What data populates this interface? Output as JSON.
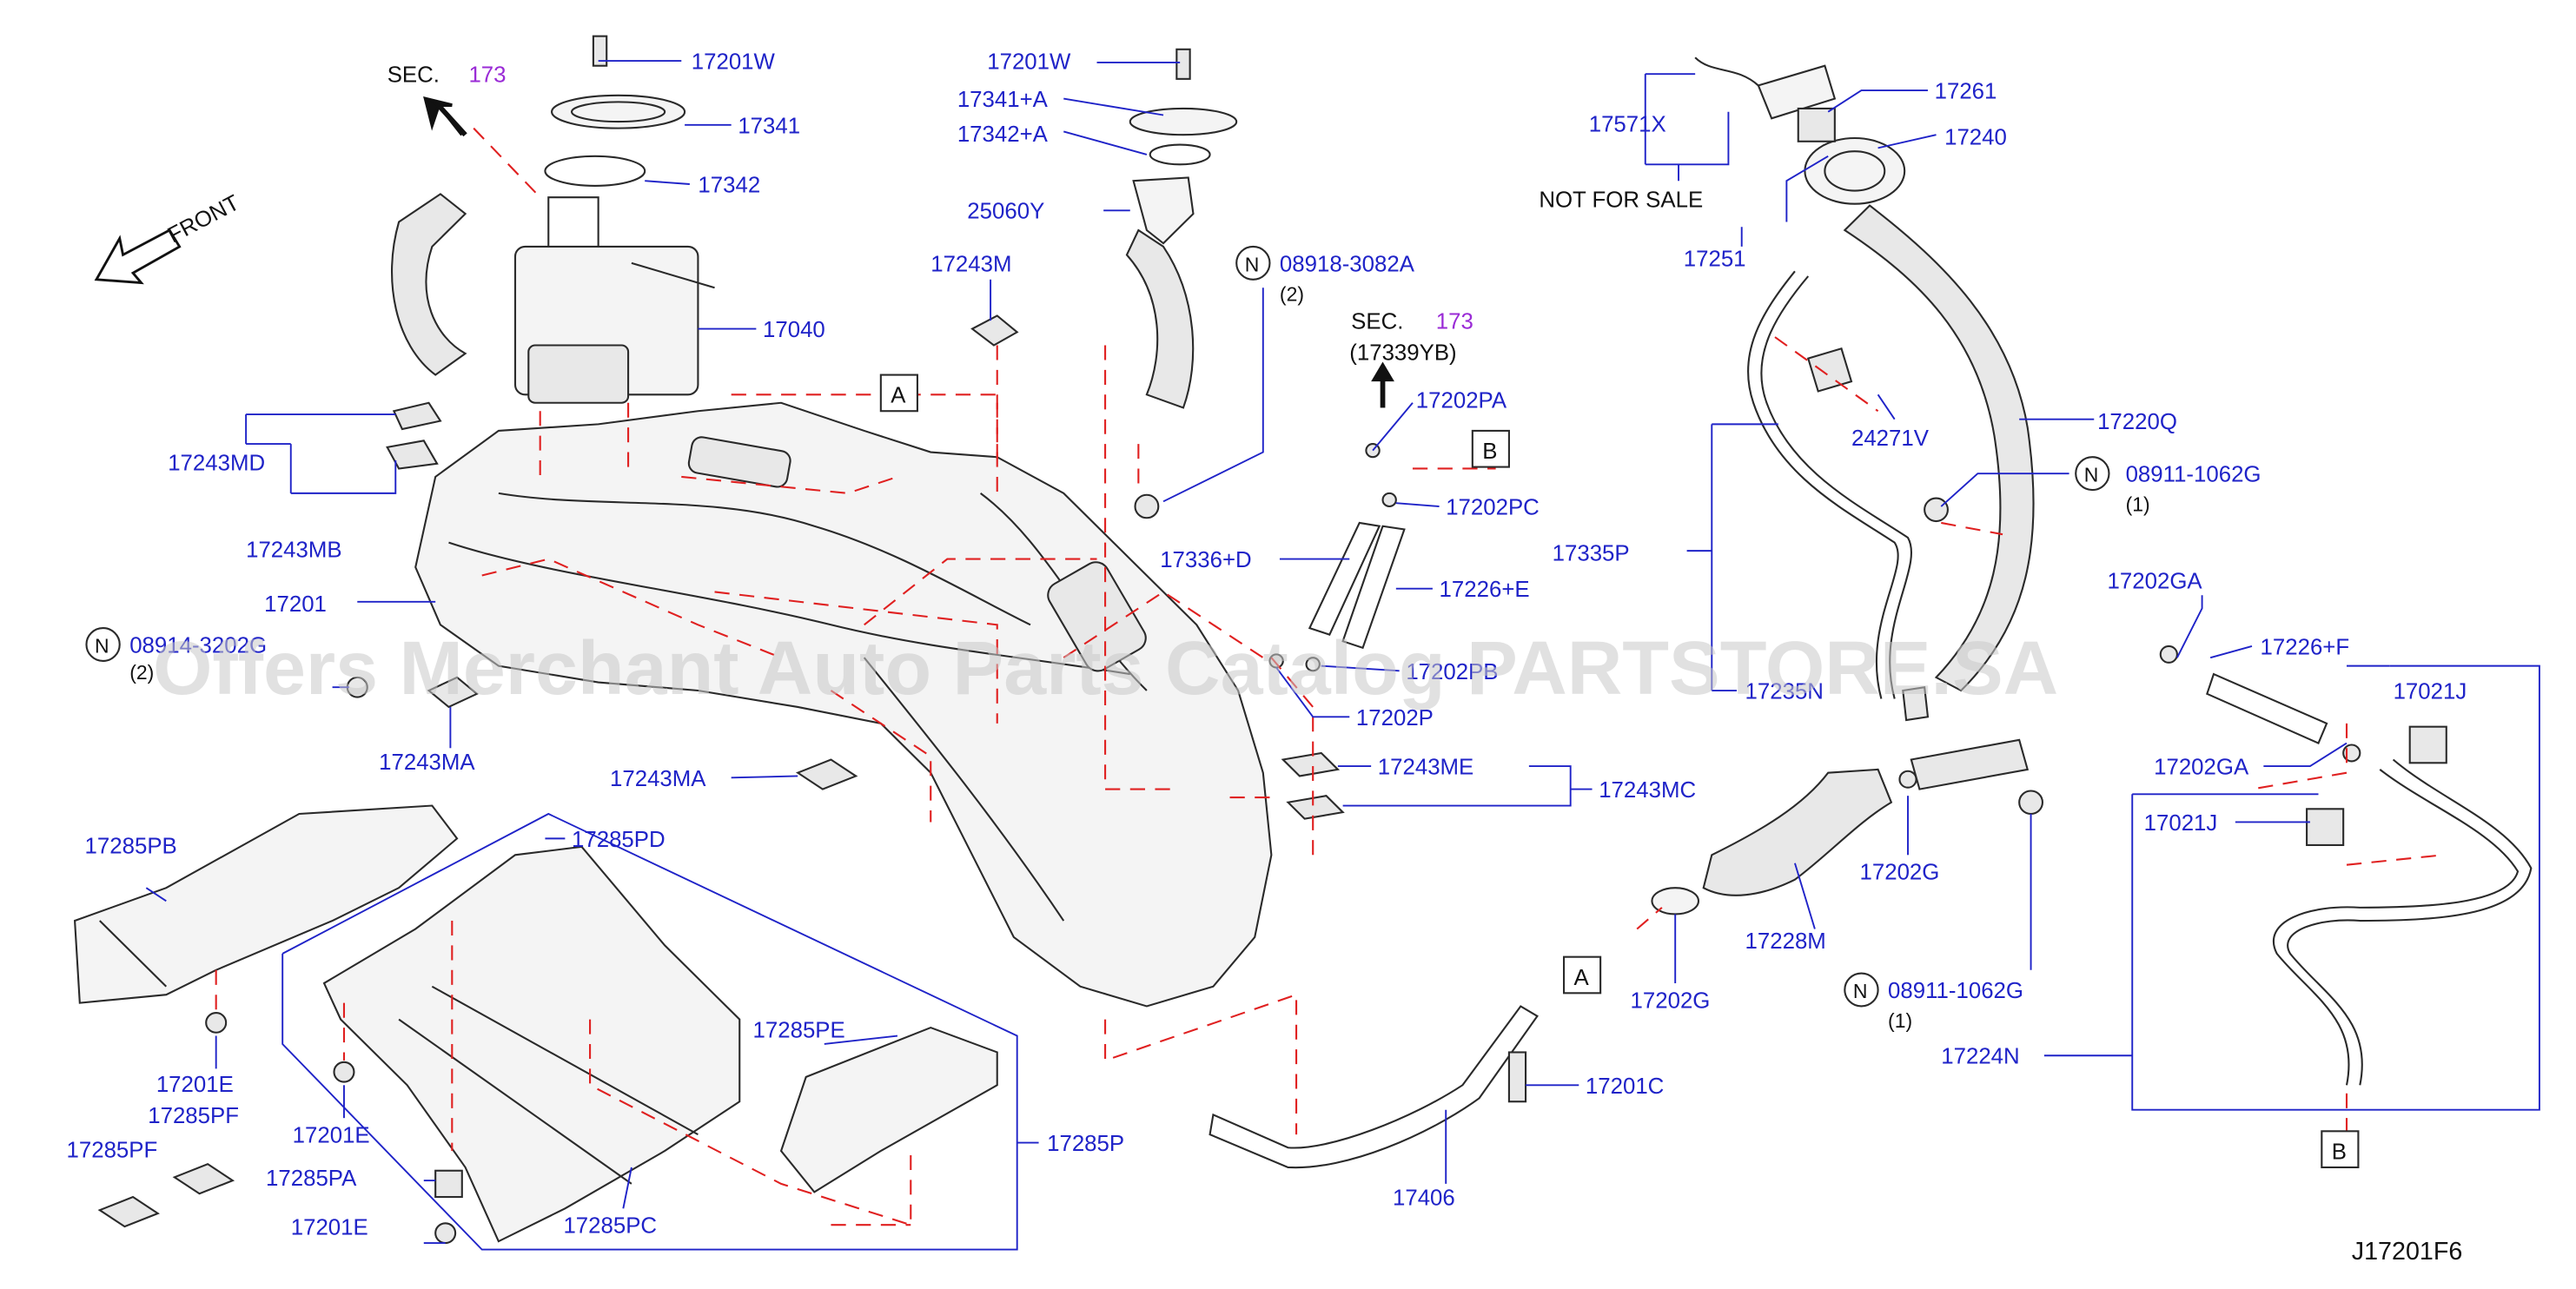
{
  "diagram_code": "J17201F6",
  "watermark": "Offers Merchant Auto Parts Catalog PARTSTORE.SA",
  "front_label": "FRONT",
  "section_refs": {
    "sec_left_prefix": "SEC.",
    "sec_left_num": "173",
    "sec_mid_prefix": "SEC.",
    "sec_mid_num": "173",
    "sec_mid_sub": "(17339YB)"
  },
  "not_for_sale": "NOT   FOR   SALE",
  "markers": {
    "a_top": "A",
    "b_top": "B",
    "a_bottom": "A",
    "b_bottom": "B"
  },
  "n_symbol": "N",
  "parts": {
    "p17201W_left": "17201W",
    "p17341": "17341",
    "p17342": "17342",
    "p17040": "17040",
    "p17201W_mid": "17201W",
    "p17341A": "17341+A",
    "p17342A": "17342+A",
    "p25060Y": "25060Y",
    "p17243M": "17243M",
    "p08918": "08918-3082A",
    "p08918_qty": "(2)",
    "p17202PA": "17202PA",
    "p17202PC": "17202PC",
    "p17336D": "17336+D",
    "p17226E": "17226+E",
    "p17202PB": "17202PB",
    "p17202P": "17202P",
    "p17243MD": "17243MD",
    "p17243MB": "17243MB",
    "p17201": "17201",
    "p08914": "08914-3202G",
    "p08914_qty": "(2)",
    "p17243MA_left": "17243MA",
    "p17243MA_mid": "17243MA",
    "p17243ME": "17243ME",
    "p17243MC": "17243MC",
    "p17571X": "17571X",
    "p17251": "17251",
    "p17261": "17261",
    "p17240": "17240",
    "p24271V": "24271V",
    "p17220Q": "17220Q",
    "p08911_top": "08911-1062G",
    "p08911_top_qty": "(1)",
    "p17335P": "17335P",
    "p17235N": "17235N",
    "p17202GA_top": "17202GA",
    "p17226F": "17226+F",
    "p17021J_top": "17021J",
    "p17202GA_bot": "17202GA",
    "p17021J_mid": "17021J",
    "p17202G_mid": "17202G",
    "p17228M": "17228M",
    "p17202G_bot": "17202G",
    "p08911_bot": "08911-1062G",
    "p08911_bot_qty": "(1)",
    "p17224N": "17224N",
    "p17285PB": "17285PB",
    "p17285PD": "17285PD",
    "p17285PE": "17285PE",
    "p17285P": "17285P",
    "p17201E_a": "17201E",
    "p17285PF_a": "17285PF",
    "p17285PF_b": "17285PF",
    "p17201E_b": "17201E",
    "p17285PA": "17285PA",
    "p17201E_c": "17201E",
    "p17285PC": "17285PC",
    "p17201C": "17201C",
    "p17406": "17406"
  },
  "colors": {
    "part_number": "#1f23c8",
    "section_number": "#9a2bd6",
    "leader_dash": "#e02020",
    "outline": "#2a2a2a"
  }
}
